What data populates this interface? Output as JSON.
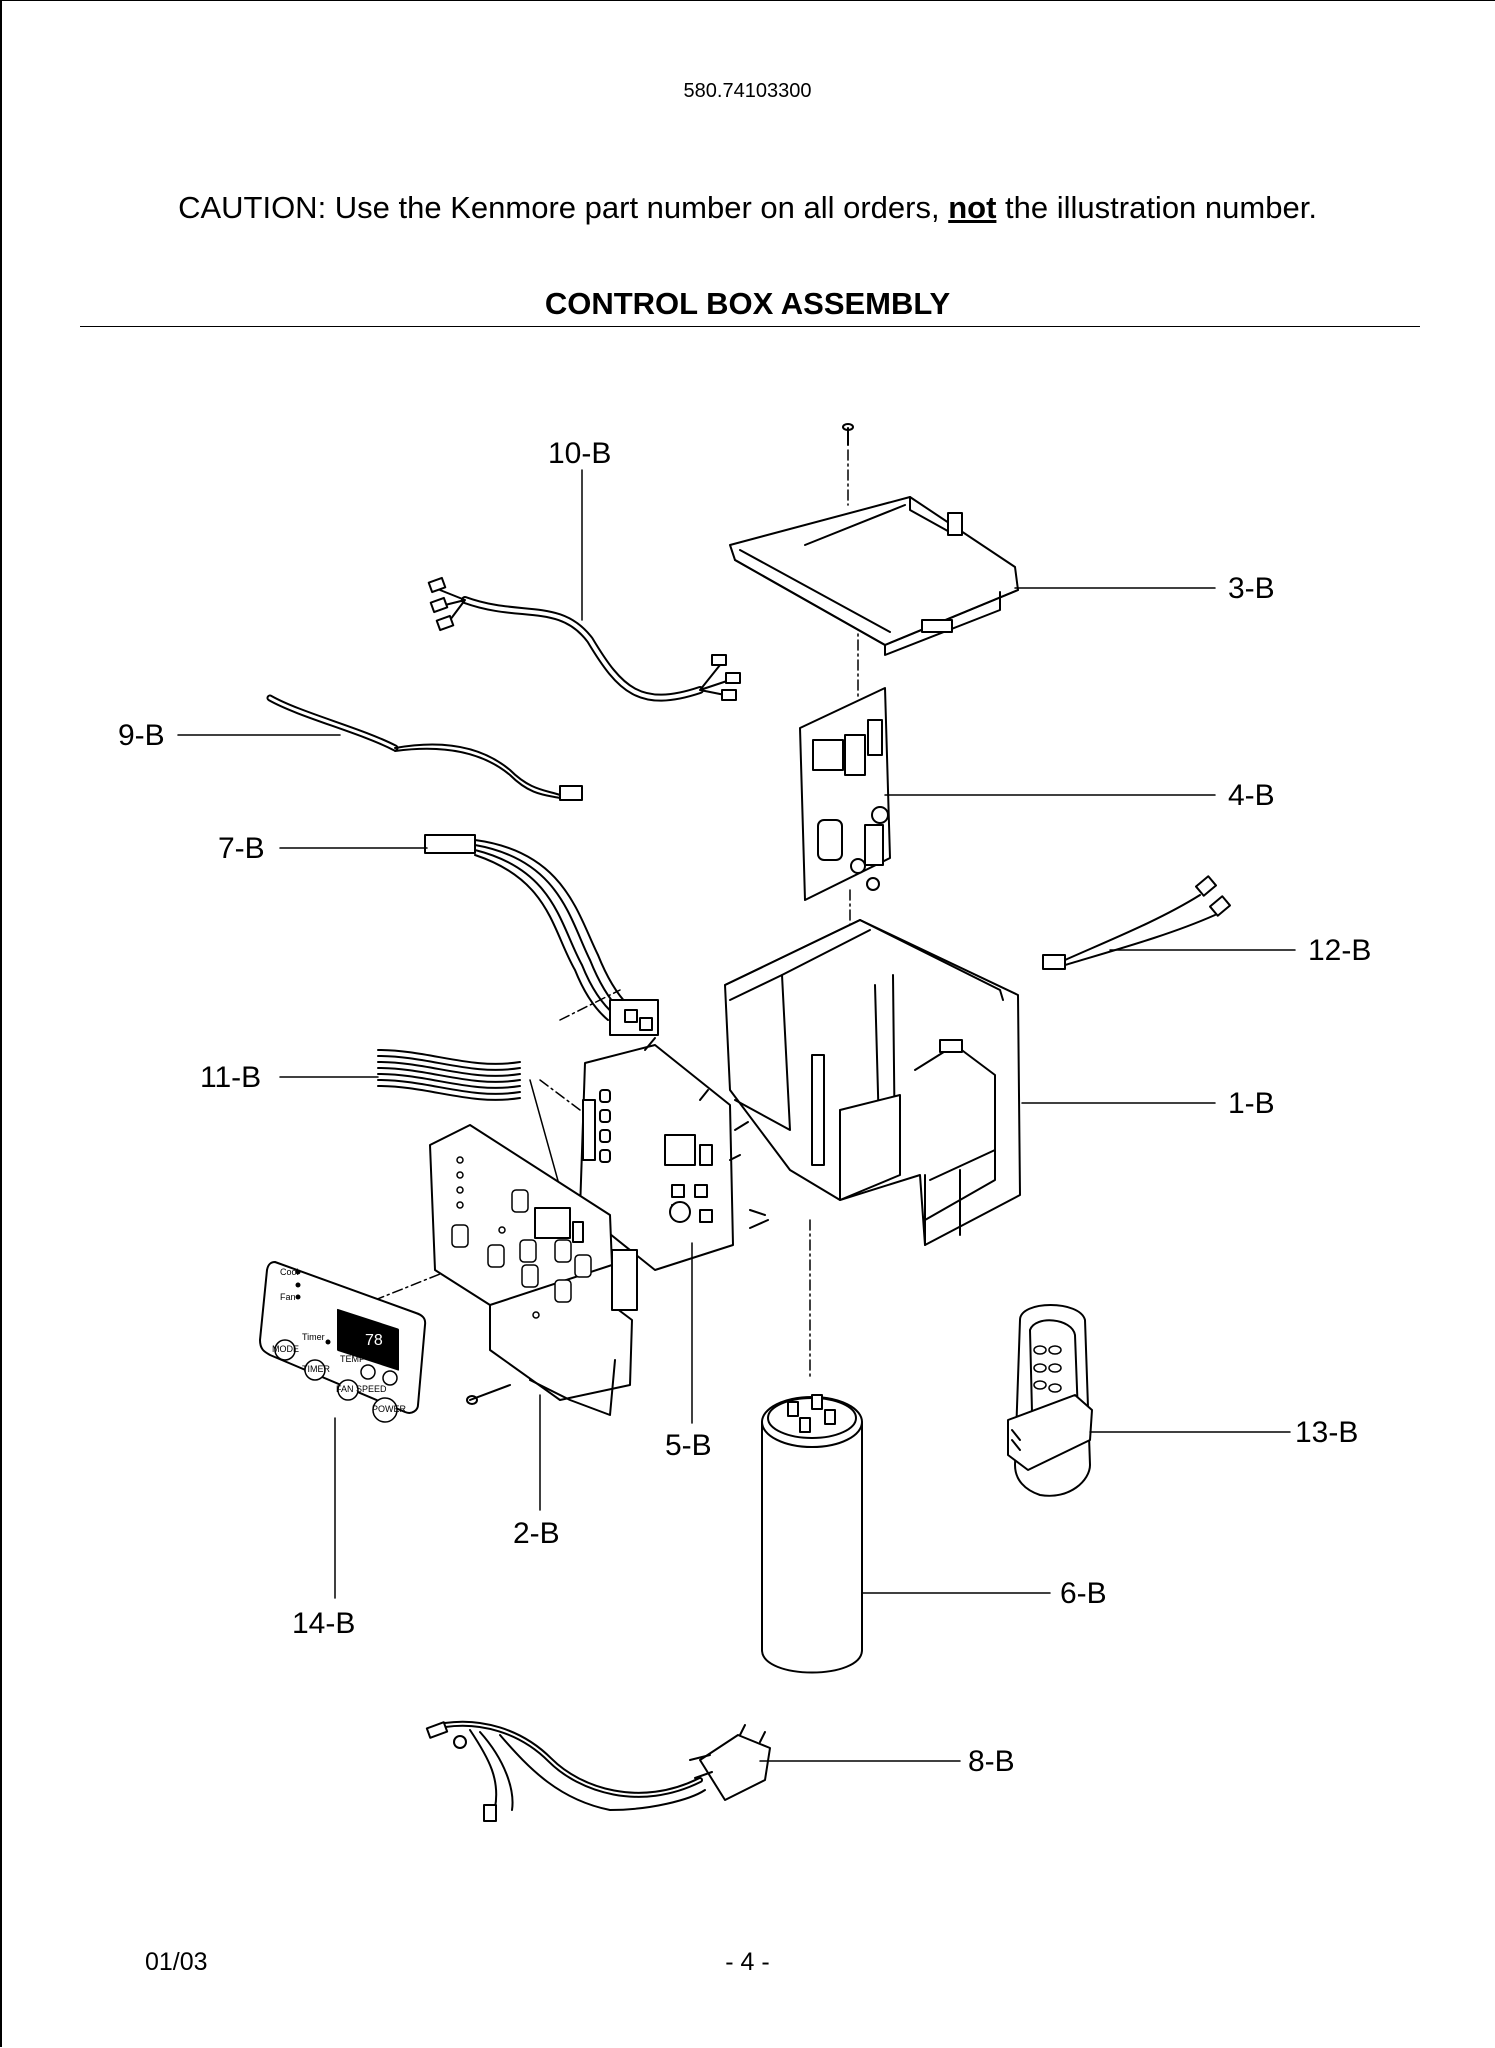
{
  "header": {
    "model_number": "580.74103300",
    "caution_prefix": "CAUTION: Use the Kenmore part number on all orders, ",
    "caution_emphasis": "not",
    "caution_suffix": " the illustration number.",
    "section_title": "CONTROL BOX ASSEMBLY"
  },
  "diagram": {
    "callouts": [
      "10-B",
      "3-B",
      "9-B",
      "4-B",
      "7-B",
      "12-B",
      "11-B",
      "1-B",
      "13-B",
      "5-B",
      "2-B",
      "6-B",
      "14-B",
      "8-B"
    ],
    "panel_labels": {
      "mode": "MODE",
      "timer": "TIMER",
      "fan_speed": "FAN SPEED",
      "power": "POWER",
      "temp": "TEMP",
      "display": "78",
      "cool": "Cool",
      "fan": "Fan",
      "timer_led": "Timer"
    }
  },
  "footer": {
    "date": "01/03",
    "page": "- 4 -"
  }
}
